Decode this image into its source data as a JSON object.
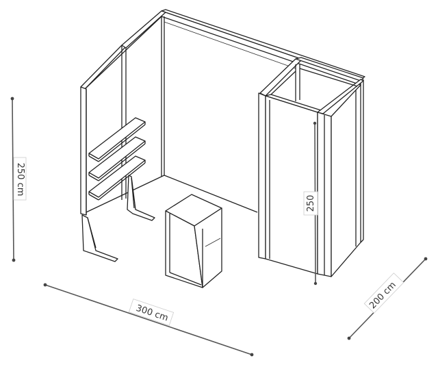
{
  "dimensions": {
    "height_label": "250 cm",
    "width_label": "300 cm",
    "depth_label": "200 cm",
    "cabin_height_label": "250"
  },
  "colors": {
    "line": "#222222",
    "dimension": "#555555",
    "background": "#ffffff"
  }
}
